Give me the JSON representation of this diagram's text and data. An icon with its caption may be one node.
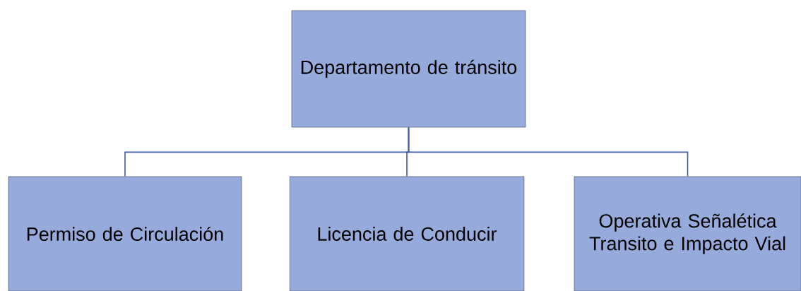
{
  "diagram": {
    "nodes": [
      {
        "text": [
          "Departamento de tránsito"
        ]
      },
      {
        "text": [
          "Permiso de Circulación"
        ]
      },
      {
        "text": [
          "Licencia de Conducir"
        ]
      },
      {
        "text": [
          "Operativa Señalética Transito e Impacto Vial"
        ]
      }
    ],
    "edges": [
      {
        "from": 0,
        "to": 1,
        "arrow": "none"
      },
      {
        "from": 0,
        "to": 2,
        "arrow": "none"
      },
      {
        "from": 0,
        "to": 3,
        "arrow": "none"
      }
    ]
  }
}
